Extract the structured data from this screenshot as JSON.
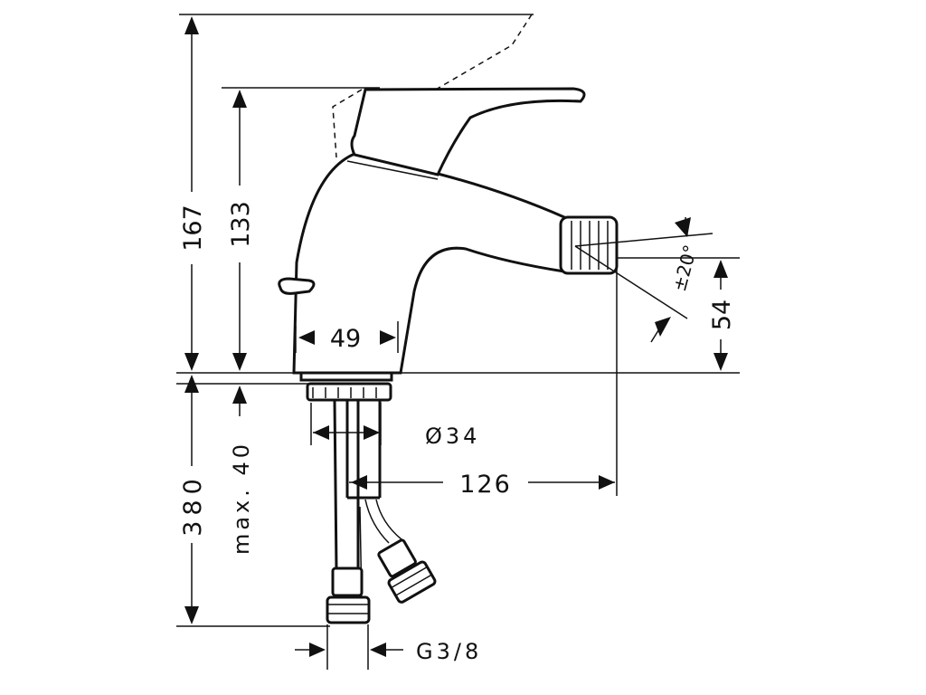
{
  "dimensions": {
    "total_height": "167",
    "spout_height": "133",
    "base_diameter": "49",
    "outlet_height": "54",
    "aerator_angle": "±20°",
    "shank_diameter": "Ø34",
    "reach": "126",
    "hose_length": "380",
    "max_thickness": "max. 40",
    "connection_thread": "G3/8"
  }
}
